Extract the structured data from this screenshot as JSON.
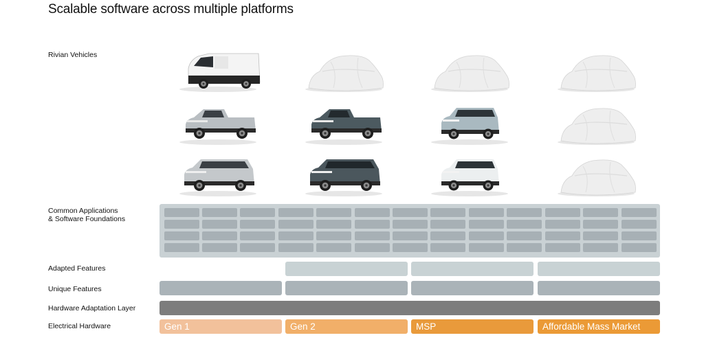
{
  "title": "Scalable software across multiple platforms",
  "labels": {
    "vehicles": "Rivian Vehicles",
    "common_line1": "Common Applications",
    "common_line2": "& Software Foundations",
    "adapted": "Adapted Features",
    "unique": "Unique Features",
    "hal": "Hardware Adaptation Layer",
    "electrical": "Electrical Hardware"
  },
  "vehicle_grid": [
    [
      "delivery-van",
      "truck-silver",
      "suv-silver"
    ],
    [
      "covered-vehicle",
      "truck-dark",
      "suv-dark"
    ],
    [
      "covered-vehicle",
      "compact-suv-blue",
      "compact-suv-white"
    ],
    [
      "covered-vehicle",
      "covered-vehicle",
      "covered-vehicle"
    ]
  ],
  "hardware_generations": [
    {
      "label": "Gen 1",
      "color": "#f2c19b"
    },
    {
      "label": "Gen 2",
      "color": "#f1af69"
    },
    {
      "label": "MSP",
      "color": "#e99a3b"
    },
    {
      "label": "Affordable Mass Market",
      "color": "#eb9a36"
    }
  ],
  "colors": {
    "common_panel": "#c9d1d4",
    "tile": "#a7b0b5",
    "adapted": "#c8d2d4",
    "unique": "#aab3b8",
    "hal": "#7d7d7d"
  }
}
